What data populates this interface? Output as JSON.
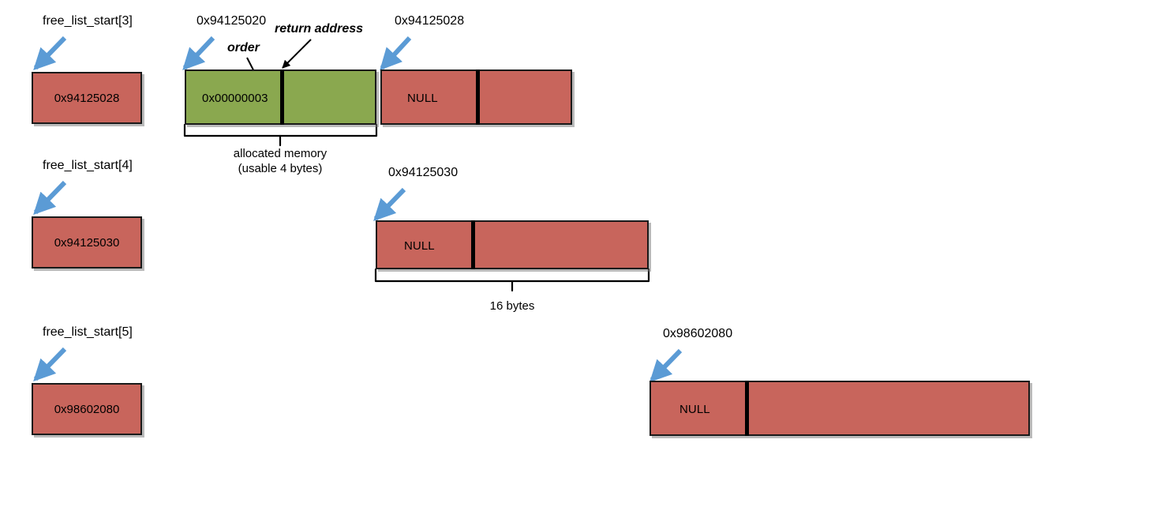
{
  "diagram": {
    "title": "buddy allocator free lists and allocated block layout",
    "colors": {
      "allocated_green": "#8aa84f",
      "free_red": "#c8655c",
      "arrow_blue": "#5b9bd5",
      "outline_black": "#1a1a1a"
    },
    "free_list_entries": [
      {
        "name": "free_list_start[3]",
        "value": "0x94125028"
      },
      {
        "name": "free_list_start[4]",
        "value": "0x94125030"
      },
      {
        "name": "free_list_start[5]",
        "value": "0x98602080"
      }
    ],
    "rows": [
      {
        "id": "row-order3",
        "address_labels": [
          "0x94125020",
          "0x94125028"
        ],
        "field_labels": [
          "order",
          "return address"
        ],
        "allocated_block": {
          "order_value": "0x00000003",
          "state": "allocated"
        },
        "free_block": {
          "next_pointer": "NULL",
          "state": "free"
        },
        "brace_caption_line1": "allocated memory",
        "brace_caption_line2": "(usable 4 bytes)"
      },
      {
        "id": "row-order4",
        "address_labels": [
          "0x94125030"
        ],
        "free_block": {
          "next_pointer": "NULL",
          "state": "free"
        },
        "brace_caption_line1": "16 bytes",
        "brace_caption_line2": ""
      },
      {
        "id": "row-order5",
        "address_labels": [
          "0x98602080"
        ],
        "free_block": {
          "next_pointer": "NULL",
          "state": "free"
        },
        "brace_caption_line1": "",
        "brace_caption_line2": ""
      }
    ]
  }
}
